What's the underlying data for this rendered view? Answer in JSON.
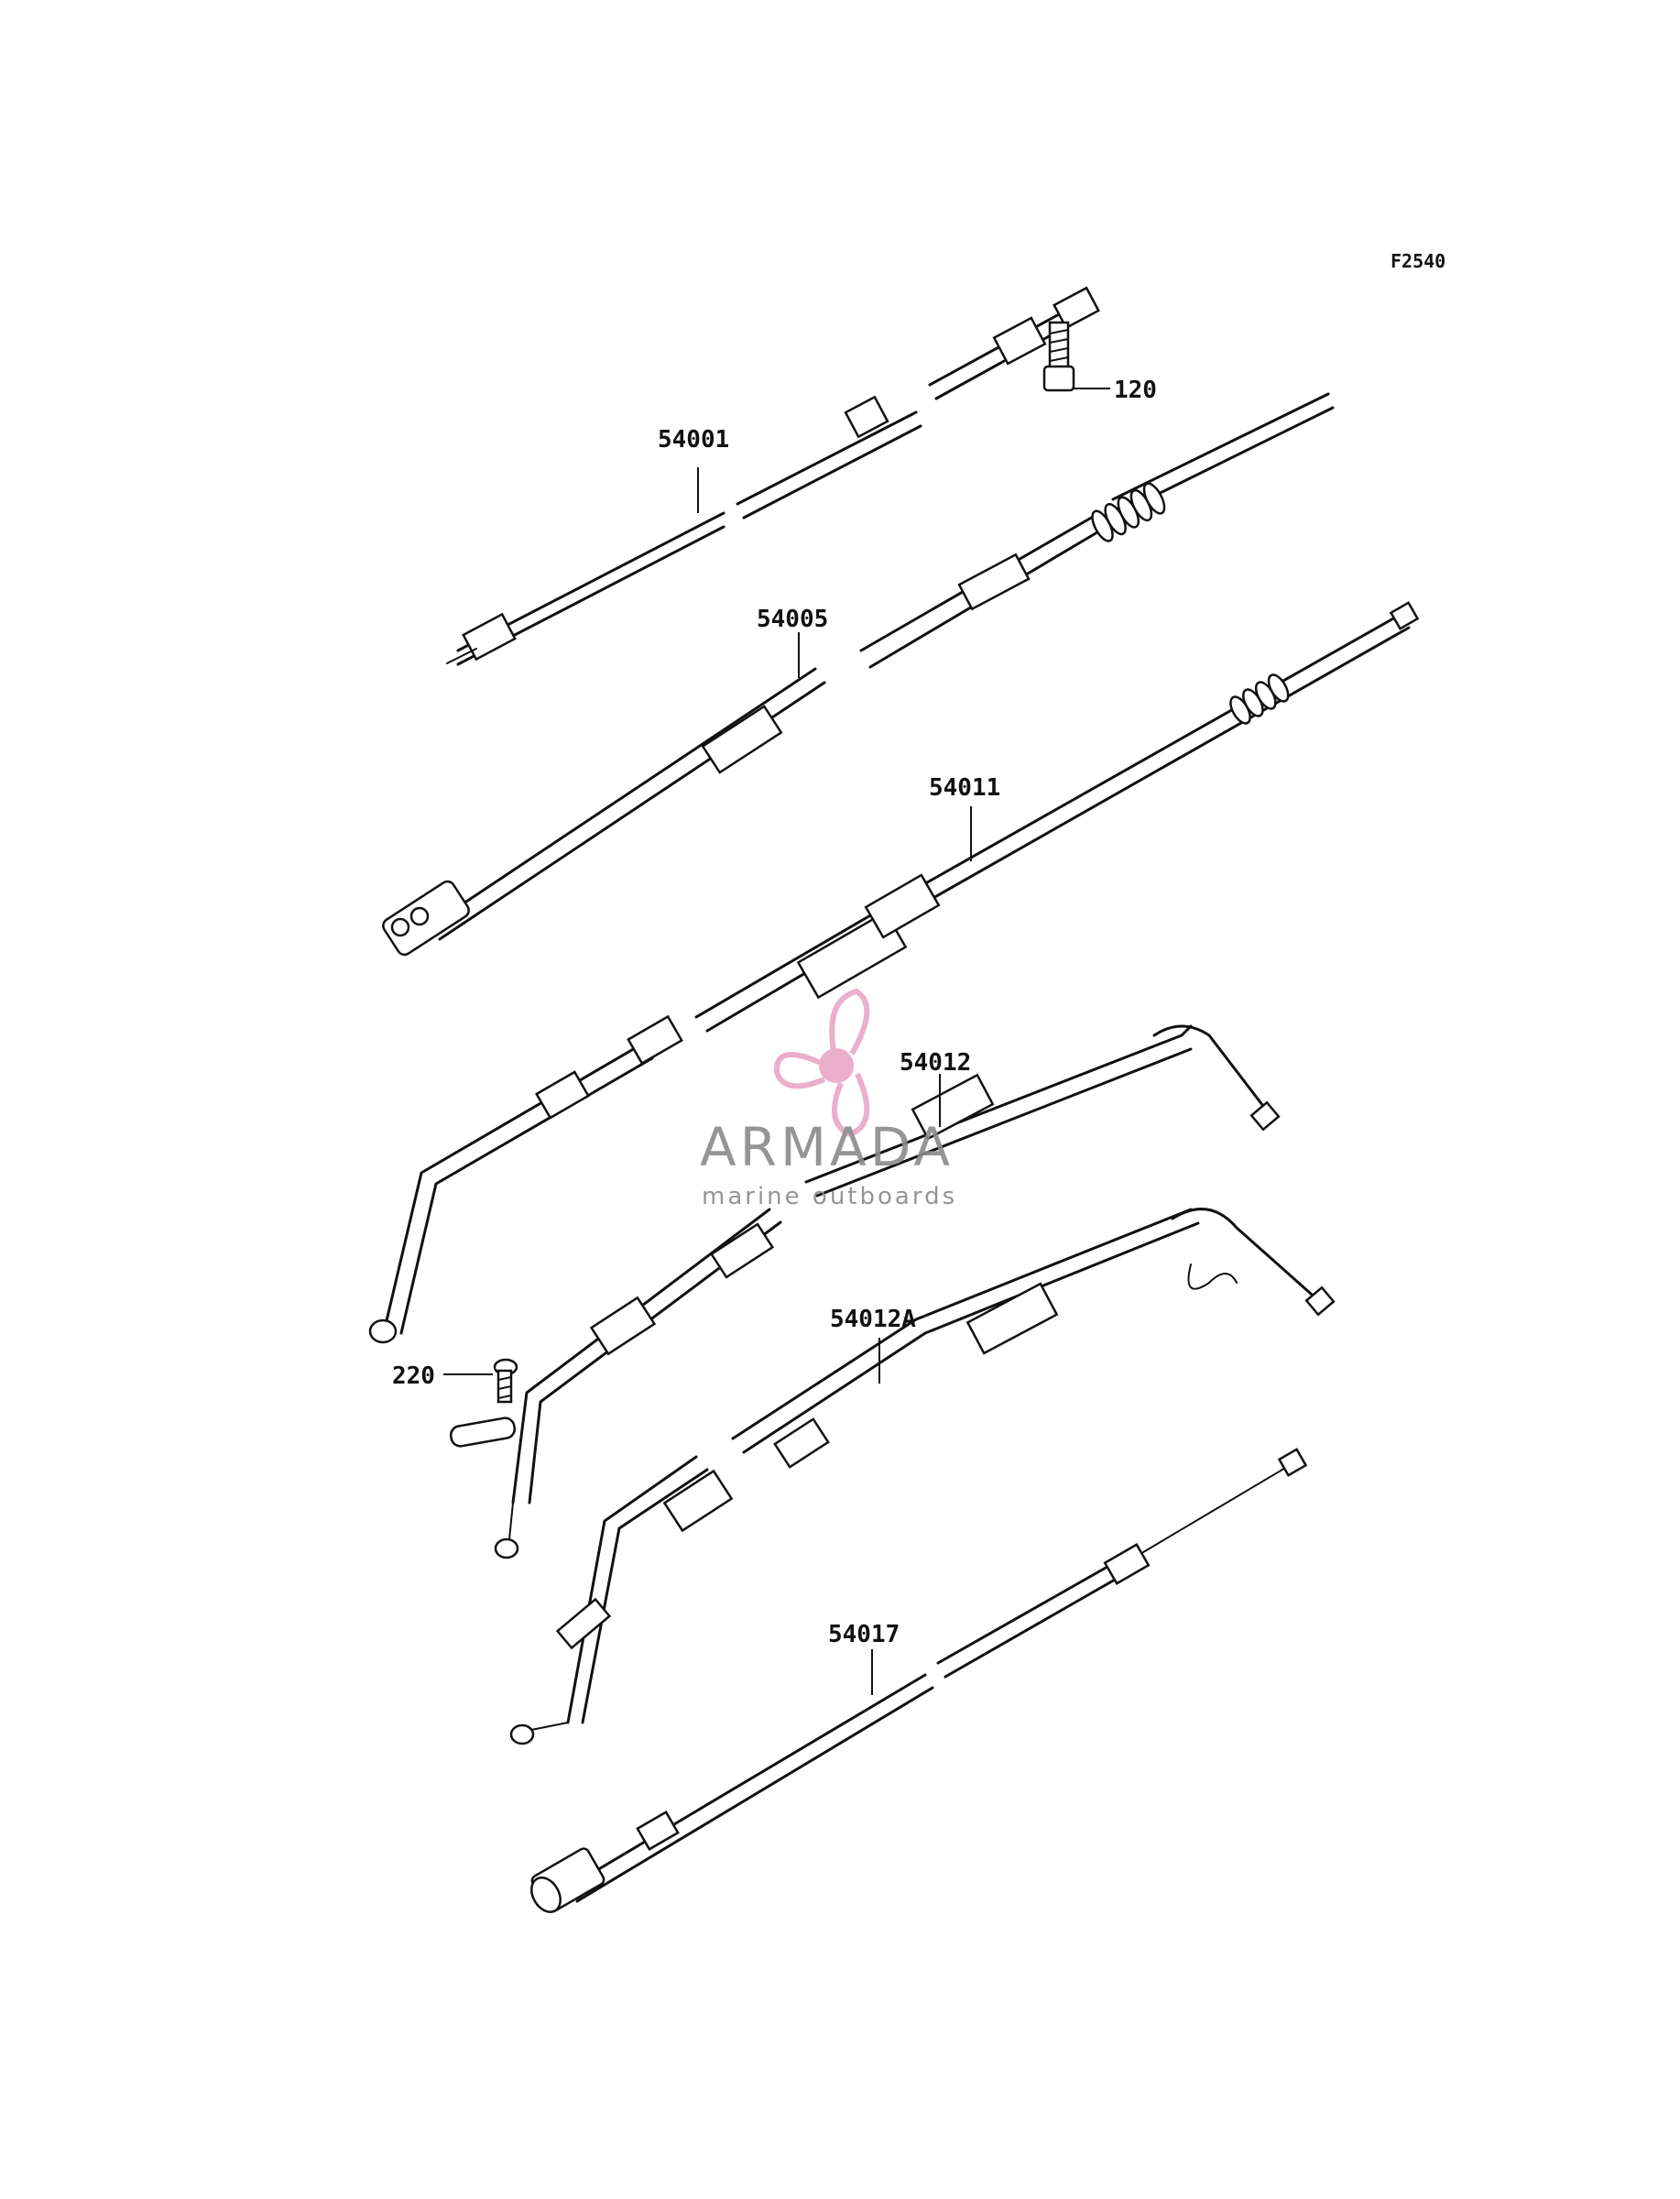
{
  "figure_code": "F2540",
  "callouts": [
    {
      "id": "54001",
      "text": "54001"
    },
    {
      "id": "120",
      "text": "120"
    },
    {
      "id": "54005",
      "text": "54005"
    },
    {
      "id": "54011",
      "text": "54011"
    },
    {
      "id": "54012",
      "text": "54012"
    },
    {
      "id": "220",
      "text": "220"
    },
    {
      "id": "54012A",
      "text": "54012A"
    },
    {
      "id": "54017",
      "text": "54017"
    }
  ],
  "watermark": {
    "brand": "ARMADA",
    "tagline": "marine outboards",
    "logo_color": "#e9a6c6"
  }
}
